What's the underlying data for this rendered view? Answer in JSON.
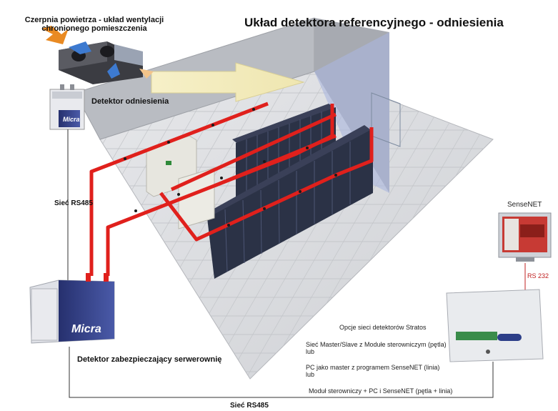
{
  "title": "Układ detektora referencyjnego - odniesienia",
  "labels": {
    "ventilation_line1": "Czerpnia powietrza - układ wentylacji",
    "ventilation_line2": "chronionego pomieszczenia",
    "reference_detector": "Detektor odniesienia",
    "network_rs485_vertical": "Sieć RS485",
    "server_detector": "Detektor zabezpieczający serwerownię",
    "network_rs485_bottom": "Sieć RS485",
    "sensenet": "SenseNET",
    "rs232": "RS 232"
  },
  "options": {
    "heading": "Opcje sieci detektorów Stratos",
    "option1_line1": "Sieć Master/Slave z Modułe sterowniczym (pętla)",
    "option1_line2": "lub",
    "option2_line1": "PC jako master z programem SenseNET (linia)",
    "option2_line2": "lub",
    "option3": "Moduł sterowniczy + PC i SenseNET (pętla + linia)"
  },
  "device_text": {
    "micra": "Micra"
  },
  "colors": {
    "pipe_red": "#e0201c",
    "rack_dark": "#2b3246",
    "arrow_fill": "#f3ecbe",
    "wall_gray": "#b9bcc2",
    "floor_gray": "#d9dadd",
    "rs232_red": "#c02020"
  }
}
